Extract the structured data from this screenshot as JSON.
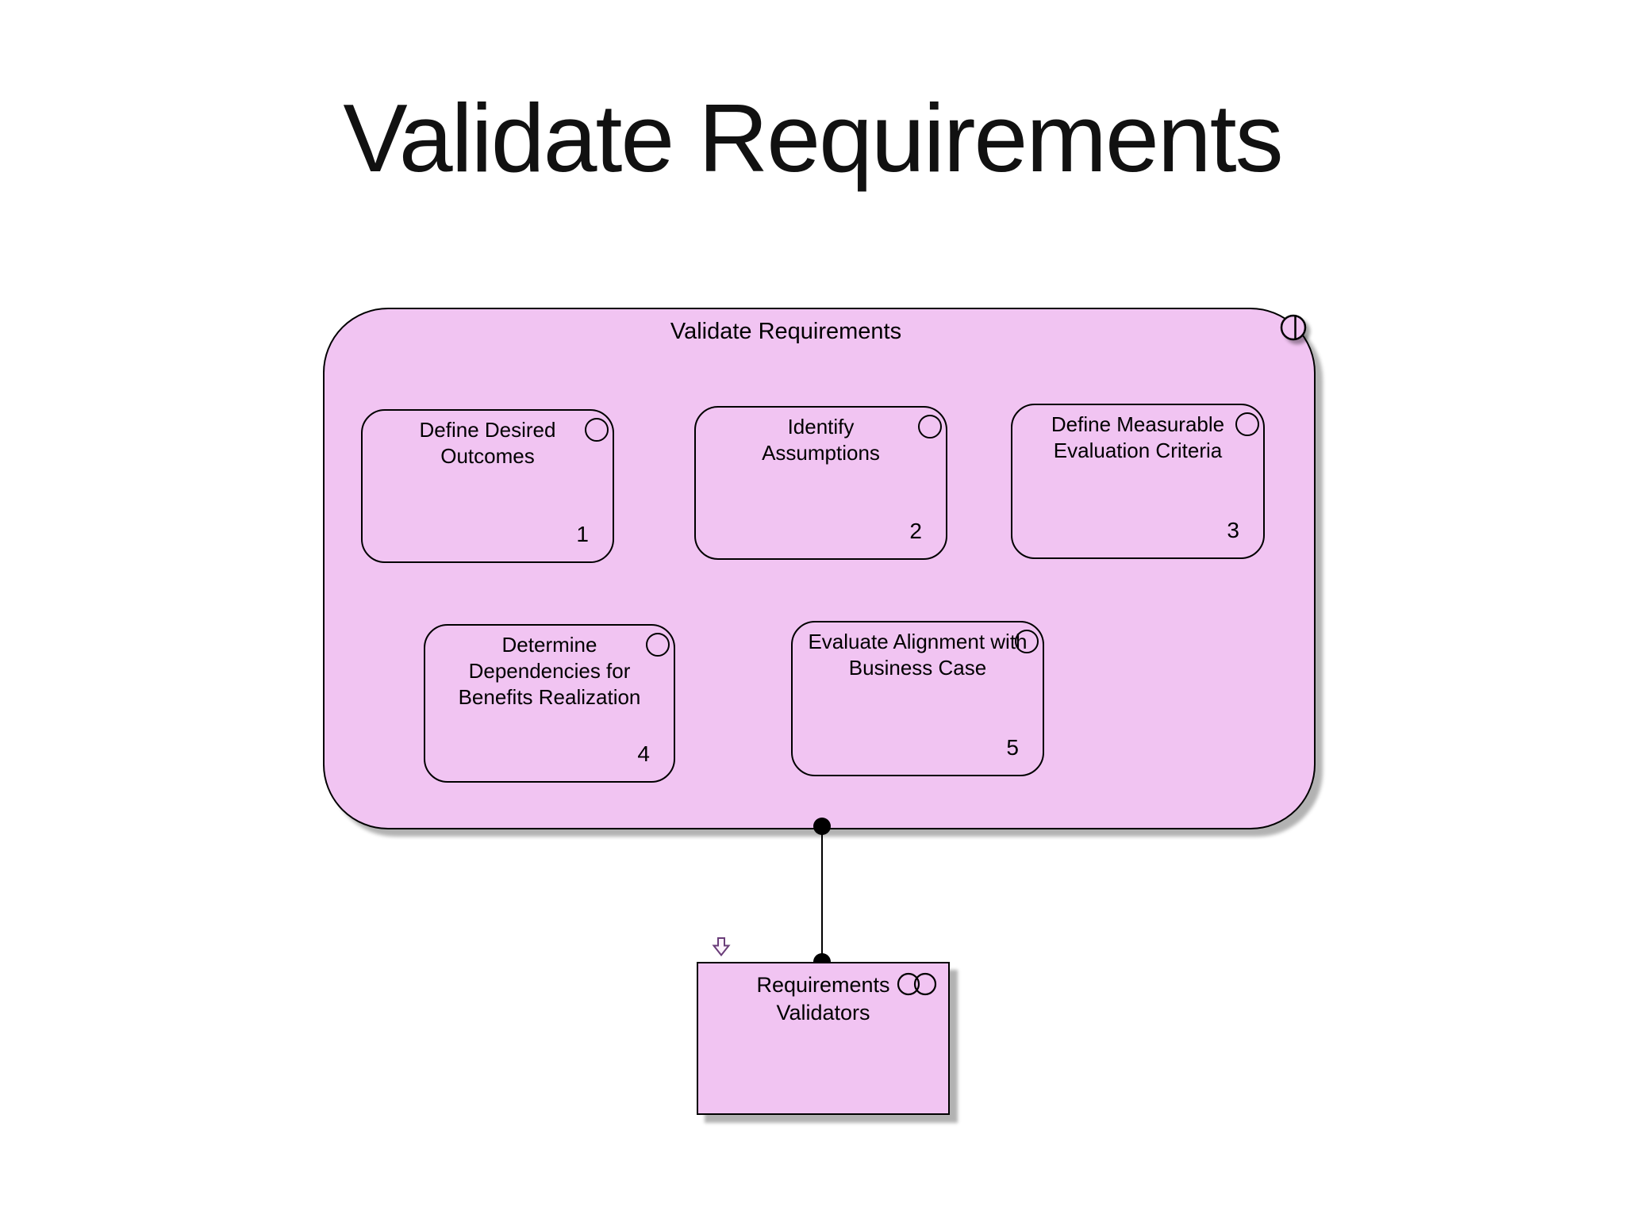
{
  "page": {
    "title": "Validate Requirements",
    "background": "#ffffff"
  },
  "colors": {
    "shape_fill": "#f1c4f2",
    "shape_border": "#000000",
    "text": "#000000",
    "connector": "#000000",
    "shadow": "#9e9e9e",
    "arrow_icon_stroke": "#6a3d79",
    "arrow_icon_fill": "#fdf4fe"
  },
  "process_group": {
    "label": "Validate Requirements",
    "icon": "split-circle-icon",
    "activities": [
      {
        "label": "Define Desired Outcomes",
        "number": "1",
        "icon": "circle-icon"
      },
      {
        "label": "Identify Assumptions",
        "number": "2",
        "icon": "circle-icon"
      },
      {
        "label": "Define Measurable Evaluation Criteria",
        "number": "3",
        "icon": "circle-icon"
      },
      {
        "label": "Determine Dependencies for Benefits Realization",
        "number": "4",
        "icon": "circle-icon"
      },
      {
        "label": "Evaluate Alignment with Business Case",
        "number": "5",
        "icon": "circle-icon"
      }
    ]
  },
  "role_box": {
    "label": "Requirements Validators",
    "icon": "overlapping-circles-icon",
    "marker": "down-arrow-icon"
  },
  "connector": {
    "type": "line-with-filled-endpoint-dots"
  }
}
